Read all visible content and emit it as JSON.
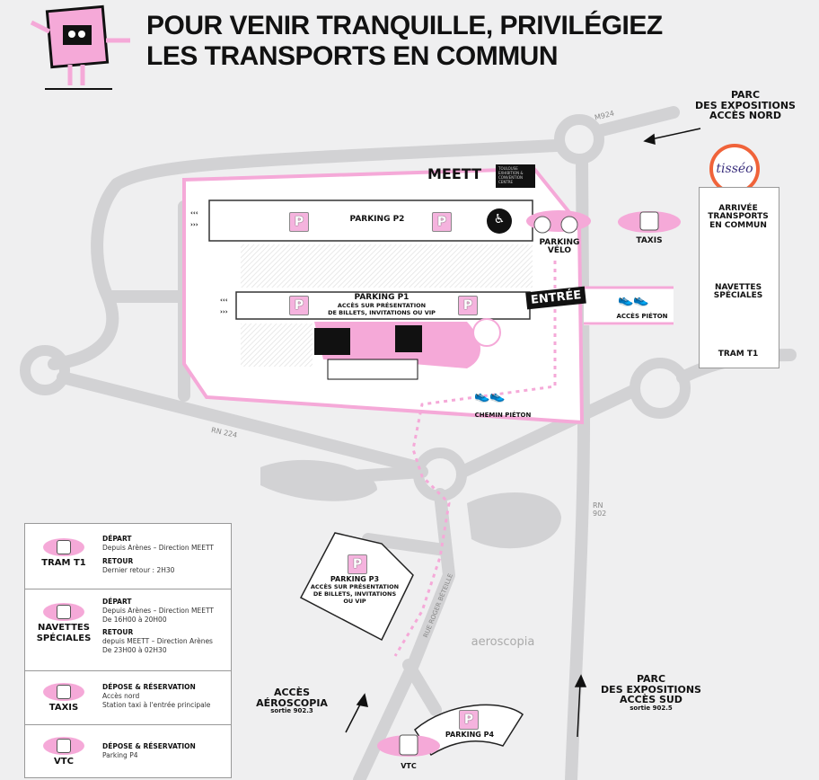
{
  "title": {
    "line1": "POUR VENIR TRANQUILLE, PRIVILÉGIEZ",
    "line2": "LES TRANSPORTS EN COMMUN"
  },
  "colors": {
    "pink": "#f5a9d8",
    "road": "#d2d2d4",
    "background": "#efeff0",
    "tisseo": "#f0633a"
  },
  "roads": {
    "m924": "M924",
    "rn224": "RN 224",
    "rn902": "RN 902",
    "rue": "RUE ROGER BÉTEILLE"
  },
  "north_access": {
    "line1": "PARC",
    "line2": "DES EXPOSITIONS",
    "line3": "ACCÈS NORD"
  },
  "south_access": {
    "line1": "PARC",
    "line2": "DES EXPOSITIONS",
    "line3": "ACCÈS SUD",
    "exit": "sortie 902.5"
  },
  "aeroscopia_access": {
    "line1": "ACCÈS",
    "line2": "AÉROSCOPIA",
    "exit": "sortie 902.3"
  },
  "logos": {
    "meett": "MEETT",
    "meett_sub": "TOULOUSE EXHIBITION & CONVENTION CENTRE",
    "tisseo": "tisséo",
    "aeroscopia": "aeroscopia"
  },
  "parking": {
    "p_icon": "P",
    "p1": {
      "name": "PARKING P1",
      "line1": "ACCÈS SUR PRÉSENTATION",
      "line2": "DE BILLETS, INVITATIONS OU VIP"
    },
    "p2": {
      "name": "PARKING P2"
    },
    "p3": {
      "name": "PARKING P3",
      "line1": "ACCÈS SUR PRÉSENTATION",
      "line2": "DE BILLETS, INVITATIONS",
      "line3": "OU VIP"
    },
    "p4": {
      "name": "PARKING P4"
    }
  },
  "labels": {
    "parking_velo_1": "PARKING",
    "parking_velo_2": "VÉLO",
    "taxis": "TAXIS",
    "entree": "ENTRÉE",
    "acces_pieton": "ACCÈS PIÉTON",
    "chemin_pieton": "CHEMIN PIÉTON",
    "vtc": "VTC",
    "arrows_in": "‹‹‹",
    "arrows_out": "›››"
  },
  "right_panel": {
    "heading1": "ARRIVÉE",
    "heading2": "TRANSPORTS",
    "heading3": "EN COMMUN",
    "navettes1": "NAVETTES",
    "navettes2": "SPÉCIALES",
    "tram": "TRAM T1"
  },
  "legend": [
    {
      "name1": "TRAM T1",
      "name2": "",
      "h1": "DÉPART",
      "l1": "Depuis Arènes – Direction MEETT",
      "l2": "",
      "h2": "RETOUR",
      "l3": "Dernier retour : 2H30",
      "l4": ""
    },
    {
      "name1": "NAVETTES",
      "name2": "SPÉCIALES",
      "h1": "DÉPART",
      "l1": "Depuis Arènes – Direction MEETT",
      "l2": "De 16H00 à 20H00",
      "h2": "RETOUR",
      "l3": "depuis MEETT – Direction Arènes",
      "l4": "De 23H00 à 02H30"
    },
    {
      "name1": "TAXIS",
      "name2": "",
      "h1": "DÉPOSE & RÉSERVATION",
      "l1": "Accès nord",
      "l2": "Station taxi à l'entrée principale",
      "h2": "",
      "l3": "",
      "l4": ""
    },
    {
      "name1": "VTC",
      "name2": "",
      "h1": "DÉPOSE & RÉSERVATION",
      "l1": "Parking P4",
      "l2": "",
      "h2": "",
      "l3": "",
      "l4": ""
    }
  ]
}
